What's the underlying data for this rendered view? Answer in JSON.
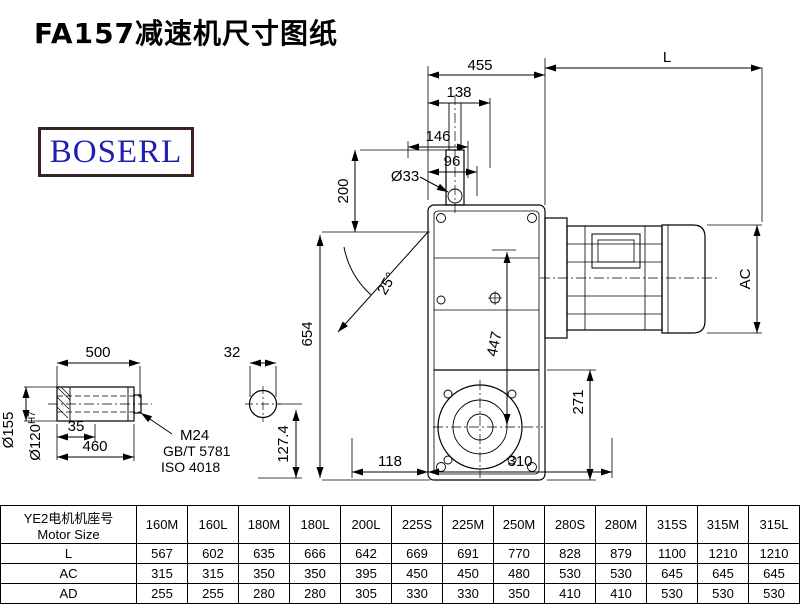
{
  "title": "FA157减速机尺寸图纸",
  "logo": "BOSERL",
  "dims": {
    "top_width": "455",
    "motor_length": "L",
    "dim_138": "138",
    "dim_146": "146",
    "dim_96": "96",
    "input_shaft_dia": "Ø33",
    "dim_200": "200",
    "angle": "25°",
    "dim_654": "654",
    "motor_dia": "AC",
    "dim_447": "447",
    "dim_271": "271",
    "dim_118": "118",
    "dim_310": "310",
    "shaft_len_500": "500",
    "dim_35": "35",
    "dim_460": "460",
    "dim_32": "32",
    "thread": "M24",
    "std_gb": "GB/T 5781",
    "std_iso": "ISO 4018",
    "dim_127_4": "127.4",
    "shaft_od": "Ø155",
    "bore": "Ø120",
    "bore_fit": "H7"
  },
  "table": {
    "header_line1": "YE2电机机座号",
    "header_line2": "Motor Size",
    "columns": [
      "160M",
      "160L",
      "180M",
      "180L",
      "200L",
      "225S",
      "225M",
      "250M",
      "280S",
      "280M",
      "315S",
      "315M",
      "315L"
    ],
    "rows": [
      {
        "label": "L",
        "values": [
          567,
          602,
          635,
          666,
          642,
          669,
          691,
          770,
          828,
          879,
          1100,
          1210,
          1210
        ]
      },
      {
        "label": "AC",
        "values": [
          315,
          315,
          350,
          350,
          395,
          450,
          450,
          480,
          530,
          530,
          645,
          645,
          645
        ]
      },
      {
        "label": "AD",
        "values": [
          255,
          255,
          280,
          280,
          305,
          330,
          330,
          350,
          410,
          410,
          530,
          530,
          530
        ]
      }
    ]
  }
}
